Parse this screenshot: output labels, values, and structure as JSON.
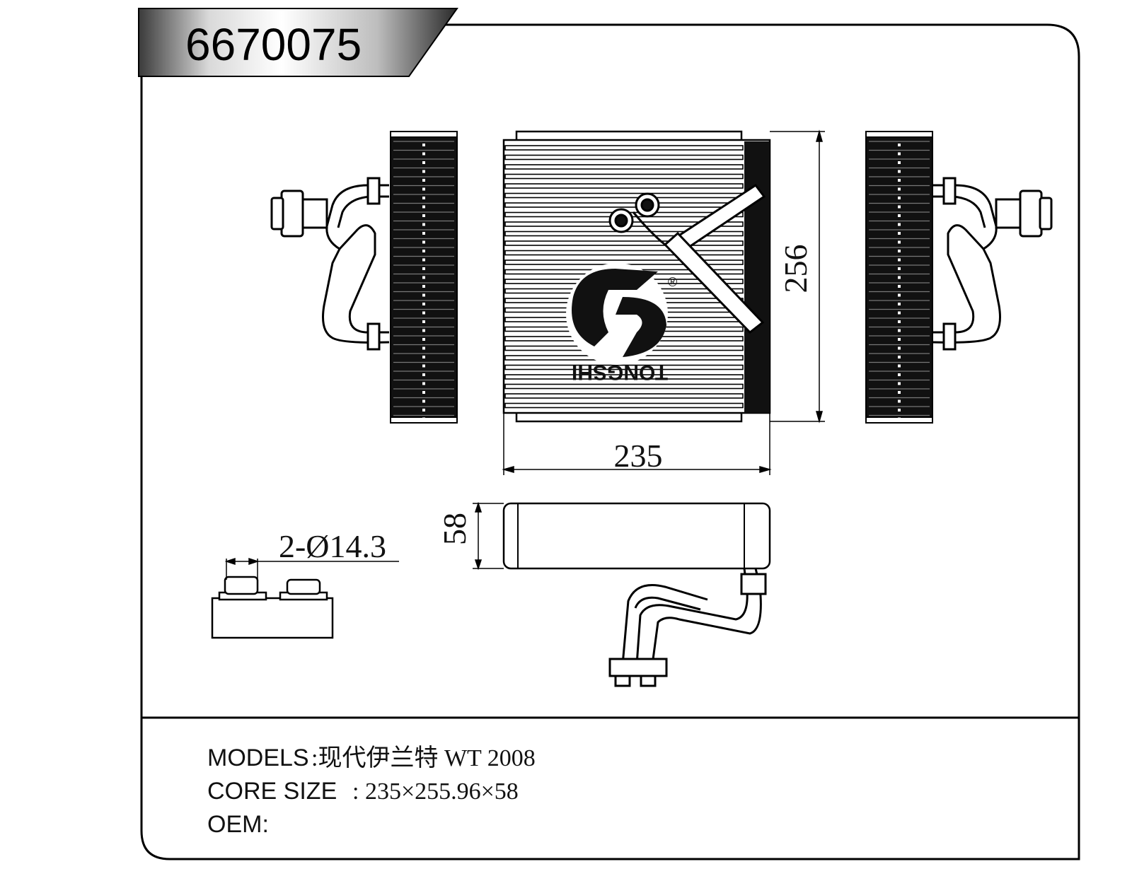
{
  "part_number": "6670075",
  "dimensions": {
    "width": "235",
    "height": "256",
    "depth": "58",
    "ports": "2-Ø14.3"
  },
  "brand_mark": "TONGSHI",
  "registered_mark": "®",
  "specs": {
    "models_label": "MODELS",
    "models_value": ":现代伊兰特 WT 2008",
    "core_size_label": "CORE SIZE",
    "core_size_value": ": 235×255.96×58",
    "oem_label": "OEM:",
    "oem_value": ""
  }
}
